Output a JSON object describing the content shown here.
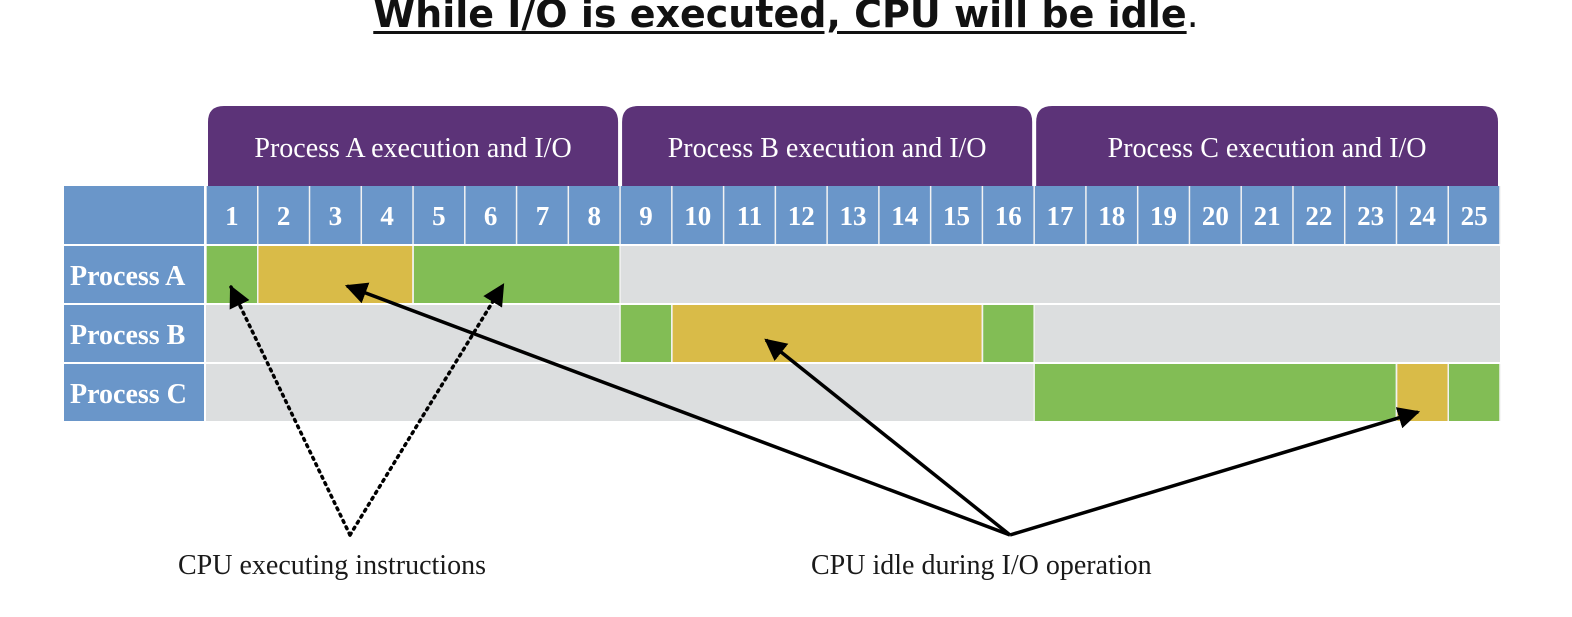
{
  "title": {
    "main": "While I/O is executed, CPU will be idle",
    "period": "."
  },
  "banners": [
    "Process A execution and I/O",
    "Process B execution and I/O",
    "Process C execution and I/O"
  ],
  "time_slots": [
    "1",
    "2",
    "3",
    "4",
    "5",
    "6",
    "7",
    "8",
    "9",
    "10",
    "11",
    "12",
    "13",
    "14",
    "15",
    "16",
    "17",
    "18",
    "19",
    "20",
    "21",
    "22",
    "23",
    "24",
    "25"
  ],
  "rows": [
    {
      "label": "Process A",
      "segments": [
        {
          "start": 1,
          "end": 1,
          "state": "executing"
        },
        {
          "start": 2,
          "end": 4,
          "state": "io"
        },
        {
          "start": 5,
          "end": 8,
          "state": "executing"
        }
      ]
    },
    {
      "label": "Process B",
      "segments": [
        {
          "start": 9,
          "end": 9,
          "state": "executing"
        },
        {
          "start": 10,
          "end": 15,
          "state": "io"
        },
        {
          "start": 16,
          "end": 16,
          "state": "executing"
        }
      ]
    },
    {
      "label": "Process C",
      "segments": [
        {
          "start": 17,
          "end": 23,
          "state": "executing"
        },
        {
          "start": 24,
          "end": 24,
          "state": "io"
        },
        {
          "start": 25,
          "end": 25,
          "state": "executing"
        }
      ]
    }
  ],
  "captions": {
    "executing": "CPU executing instructions",
    "idle": "CPU idle during I/O operation"
  },
  "colors": {
    "banner": "#5c3378",
    "header": "#6a96c9",
    "executing": "#82bd55",
    "io": "#d9bb48",
    "idle_cell": "#dcdedf",
    "grid_line": "#f2f2f2",
    "arrow": "#000000"
  }
}
